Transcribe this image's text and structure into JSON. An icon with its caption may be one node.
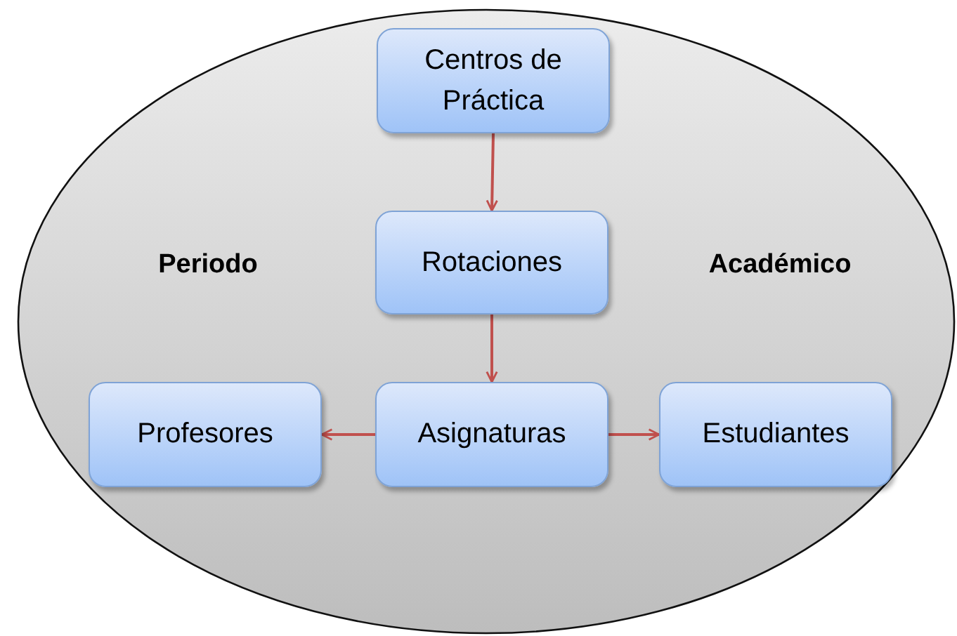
{
  "diagram": {
    "nodes": [
      {
        "text": [
          "Periodo",
          "Académico"
        ]
      },
      {
        "text": [
          "Centros de Práctica"
        ],
        "in": 0
      },
      {
        "text": [
          "Rotaciones"
        ],
        "in": 0
      },
      {
        "text": [
          "Profesores"
        ],
        "in": 0
      },
      {
        "text": [
          "Asignaturas"
        ],
        "in": 0
      },
      {
        "text": [
          "Estudiantes"
        ],
        "in": 0
      }
    ],
    "edges": [
      {
        "from": 1,
        "to": 2,
        "arrow": "to"
      },
      {
        "from": 2,
        "to": 4,
        "arrow": "to"
      },
      {
        "from": 4,
        "to": 3,
        "arrow": "to"
      },
      {
        "from": 4,
        "to": 5,
        "arrow": "to"
      }
    ]
  }
}
